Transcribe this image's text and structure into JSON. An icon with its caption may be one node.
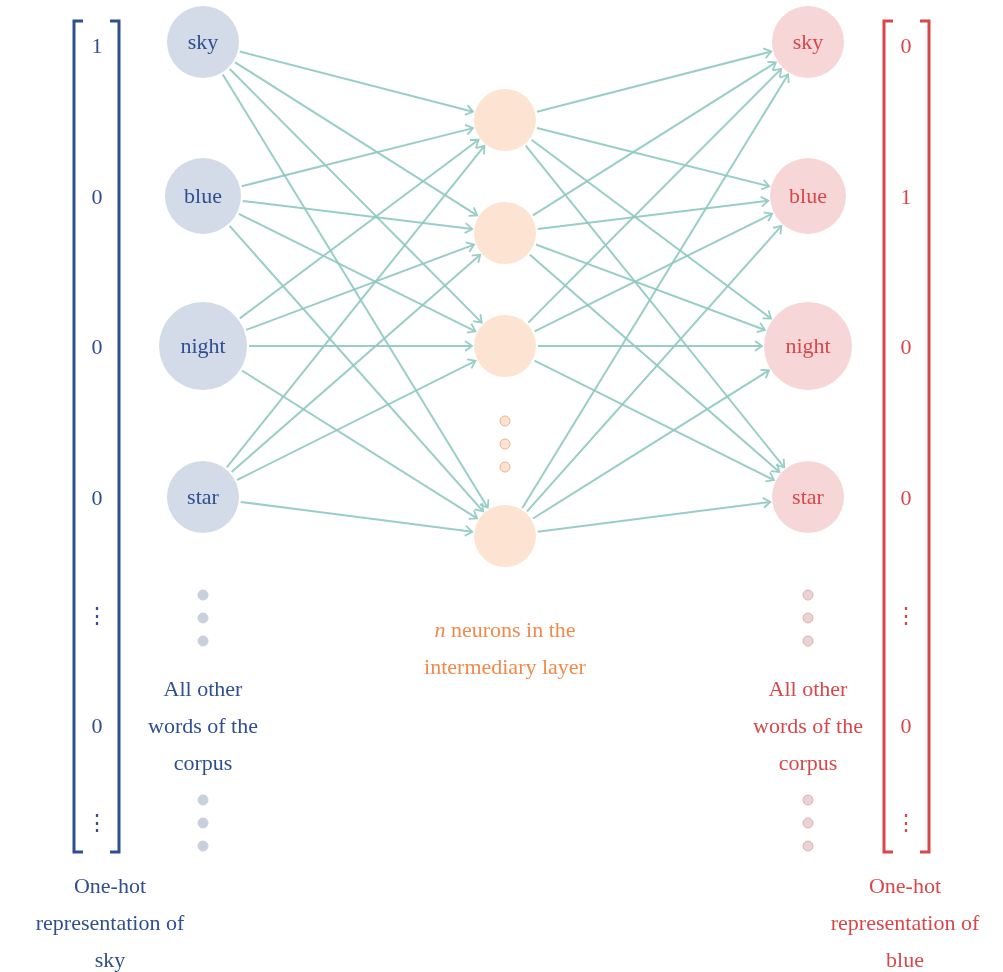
{
  "diagram": {
    "nodes": [
      {
        "text": [
          "sky"
        ]
      },
      {
        "text": [
          "blue"
        ]
      },
      {
        "text": [
          "night"
        ]
      },
      {
        "text": [
          "star"
        ]
      },
      {
        "text": [],
        "shape": "circle"
      },
      {
        "text": [],
        "shape": "circle"
      },
      {
        "text": [],
        "shape": "circle"
      },
      {
        "text": [],
        "shape": "circle"
      },
      {
        "text": [
          "sky"
        ]
      },
      {
        "text": [
          "blue"
        ]
      },
      {
        "text": [
          "night"
        ]
      },
      {
        "text": [
          "star"
        ]
      }
    ],
    "edges": [
      {
        "from": 0,
        "to": 4,
        "arrow": "to"
      },
      {
        "from": 0,
        "to": 5,
        "arrow": "to"
      },
      {
        "from": 0,
        "to": 6,
        "arrow": "to"
      },
      {
        "from": 0,
        "to": 7,
        "arrow": "to"
      },
      {
        "from": 1,
        "to": 4,
        "arrow": "to"
      },
      {
        "from": 1,
        "to": 5,
        "arrow": "to"
      },
      {
        "from": 1,
        "to": 6,
        "arrow": "to"
      },
      {
        "from": 1,
        "to": 7,
        "arrow": "to"
      },
      {
        "from": 2,
        "to": 4,
        "arrow": "to"
      },
      {
        "from": 2,
        "to": 5,
        "arrow": "to"
      },
      {
        "from": 2,
        "to": 6,
        "arrow": "to"
      },
      {
        "from": 2,
        "to": 7,
        "arrow": "to"
      },
      {
        "from": 3,
        "to": 4,
        "arrow": "to"
      },
      {
        "from": 3,
        "to": 5,
        "arrow": "to"
      },
      {
        "from": 3,
        "to": 6,
        "arrow": "to"
      },
      {
        "from": 3,
        "to": 7,
        "arrow": "to"
      },
      {
        "from": 4,
        "to": 8,
        "arrow": "to"
      },
      {
        "from": 4,
        "to": 9,
        "arrow": "to"
      },
      {
        "from": 4,
        "to": 10,
        "arrow": "to"
      },
      {
        "from": 4,
        "to": 11,
        "arrow": "to"
      },
      {
        "from": 5,
        "to": 8,
        "arrow": "to"
      },
      {
        "from": 5,
        "to": 9,
        "arrow": "to"
      },
      {
        "from": 5,
        "to": 10,
        "arrow": "to"
      },
      {
        "from": 5,
        "to": 11,
        "arrow": "to"
      },
      {
        "from": 6,
        "to": 8,
        "arrow": "to"
      },
      {
        "from": 6,
        "to": 9,
        "arrow": "to"
      },
      {
        "from": 6,
        "to": 10,
        "arrow": "to"
      },
      {
        "from": 6,
        "to": 11,
        "arrow": "to"
      },
      {
        "from": 7,
        "to": 8,
        "arrow": "to"
      },
      {
        "from": 7,
        "to": 9,
        "arrow": "to"
      },
      {
        "from": 7,
        "to": 10,
        "arrow": "to"
      },
      {
        "from": 7,
        "to": 11,
        "arrow": "to"
      }
    ],
    "labels": [
      "1",
      "0",
      "0",
      "0",
      "⋮",
      "0",
      "⋮",
      "All other words of the corpus",
      "*n* neurons in the intermediary layer",
      "All other words of the corpus",
      "0",
      "1",
      "0",
      "0",
      "⋮",
      "0",
      "⋮",
      "One-hot representation of sky",
      "One-hot representation of blue"
    ]
  }
}
